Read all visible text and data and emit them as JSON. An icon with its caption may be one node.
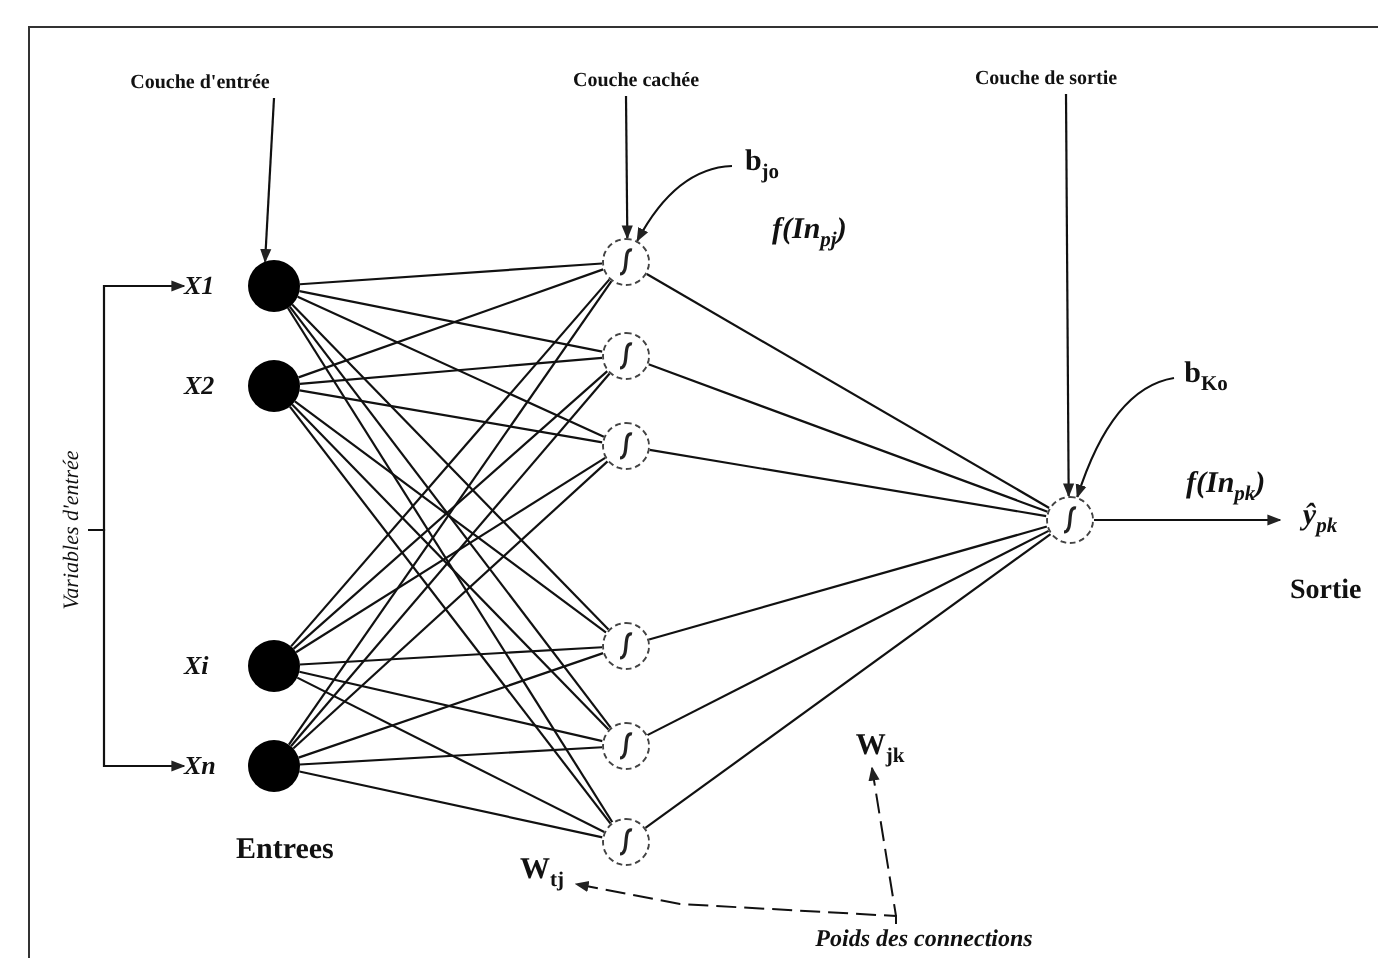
{
  "diagram": {
    "nodes": [
      {
        "text": [
          "Couche d'entrée"
        ]
      },
      {
        "text": [
          "Couche cachée"
        ]
      },
      {
        "text": [
          "Couche de sortie"
        ]
      },
      {
        "text": [
          "b$_{jo}$"
        ]
      },
      {
        "text": [
          "b$_{Ko}$"
        ]
      },
      {
        "text": [
          "Variables d'entrée"
        ]
      },
      {
        "text": [],
        "shape": "circle",
        "beside": [
          "X1"
        ]
      },
      {
        "text": [],
        "shape": "circle",
        "beside": [
          "X2"
        ]
      },
      {
        "text": [],
        "shape": "circle",
        "beside": [
          "Xi"
        ]
      },
      {
        "text": [],
        "shape": "circle",
        "beside": [
          "Xn"
        ]
      },
      {
        "text": [],
        "shape": "circle"
      },
      {
        "text": [],
        "shape": "circle"
      },
      {
        "text": [],
        "shape": "circle"
      },
      {
        "text": [],
        "shape": "circle"
      },
      {
        "text": [],
        "shape": "circle"
      },
      {
        "text": [],
        "shape": "circle"
      },
      {
        "text": [],
        "shape": "circle"
      },
      {
        "text": [
          "ŷ$_{pk}$"
        ]
      },
      {
        "text": [
          "W$_{tj}$"
        ]
      },
      {
        "text": [
          "W$_{jk}$"
        ]
      },
      {
        "text": [
          "Poids des connections"
        ]
      }
    ],
    "edges": [
      {
        "from": 6,
        "to": 10,
        "arrow": "none"
      },
      {
        "from": 6,
        "to": 11,
        "arrow": "none"
      },
      {
        "from": 6,
        "to": 12,
        "arrow": "none"
      },
      {
        "from": 6,
        "to": 13,
        "arrow": "none"
      },
      {
        "from": 6,
        "to": 14,
        "arrow": "none"
      },
      {
        "from": 6,
        "to": 15,
        "arrow": "none"
      },
      {
        "from": 7,
        "to": 10,
        "arrow": "none"
      },
      {
        "from": 7,
        "to": 11,
        "arrow": "none"
      },
      {
        "from": 7,
        "to": 12,
        "arrow": "none"
      },
      {
        "from": 7,
        "to": 13,
        "arrow": "none"
      },
      {
        "from": 7,
        "to": 14,
        "arrow": "none"
      },
      {
        "from": 7,
        "to": 15,
        "arrow": "none"
      },
      {
        "from": 8,
        "to": 10,
        "arrow": "none"
      },
      {
        "from": 8,
        "to": 11,
        "arrow": "none"
      },
      {
        "from": 8,
        "to": 12,
        "arrow": "none"
      },
      {
        "from": 8,
        "to": 13,
        "arrow": "none"
      },
      {
        "from": 8,
        "to": 14,
        "arrow": "none"
      },
      {
        "from": 8,
        "to": 15,
        "arrow": "none"
      },
      {
        "from": 9,
        "to": 10,
        "arrow": "none"
      },
      {
        "from": 9,
        "to": 11,
        "arrow": "none"
      },
      {
        "from": 9,
        "to": 12,
        "arrow": "none"
      },
      {
        "from": 9,
        "to": 13,
        "arrow": "none"
      },
      {
        "from": 9,
        "to": 14,
        "arrow": "none"
      },
      {
        "from": 9,
        "to": 15,
        "arrow": "none"
      },
      {
        "from": 10,
        "to": 16,
        "arrow": "none"
      },
      {
        "from": 11,
        "to": 16,
        "arrow": "none"
      },
      {
        "from": 12,
        "to": 16,
        "arrow": "none"
      },
      {
        "from": 13,
        "to": 16,
        "arrow": "none"
      },
      {
        "from": 14,
        "to": 16,
        "arrow": "none"
      },
      {
        "from": 15,
        "to": 16,
        "arrow": "none"
      },
      {
        "from": 16,
        "to": 17,
        "arrow": "to"
      },
      {
        "from": 0,
        "to": 6,
        "arrow": "to"
      },
      {
        "from": 1,
        "to": 10,
        "arrow": "to"
      },
      {
        "from": 2,
        "to": 16,
        "arrow": "to"
      },
      {
        "from": 3,
        "to": 10,
        "arrow": "to"
      },
      {
        "from": 4,
        "to": 16,
        "arrow": "to"
      },
      {
        "from": 5,
        "to": 6,
        "arrow": "to"
      },
      {
        "from": 5,
        "to": 9,
        "arrow": "to"
      },
      {
        "from": 20,
        "to": 18,
        "arrow": "to",
        "style": "dashed"
      },
      {
        "from": 20,
        "to": 19,
        "arrow": "to",
        "style": "dashed"
      }
    ],
    "labels": [
      "f(In$_{pj}$)",
      "f(In$_{pk}$)",
      "Entrees",
      "Sortie"
    ]
  }
}
